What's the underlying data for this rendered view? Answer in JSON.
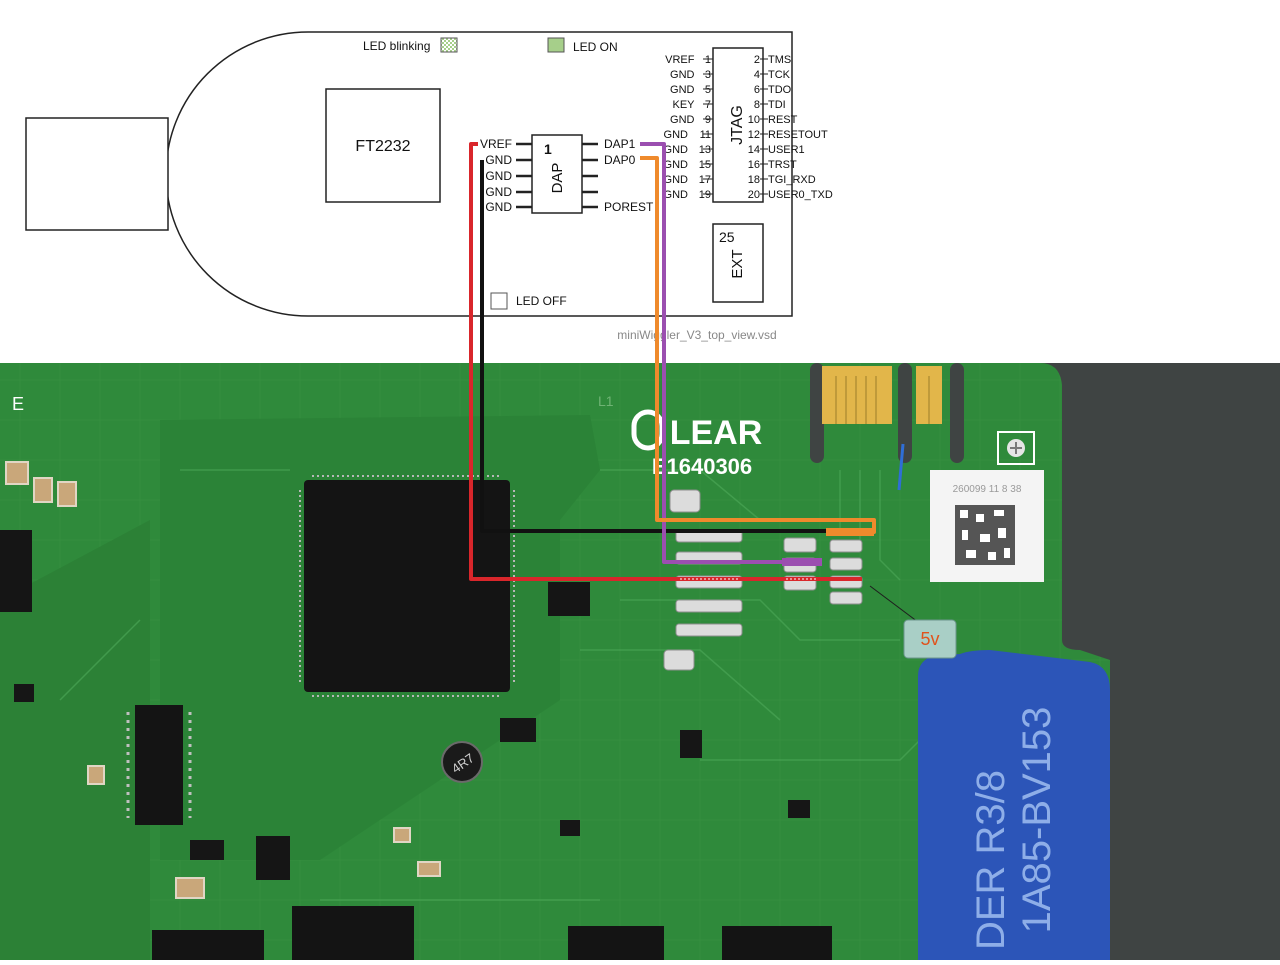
{
  "diagram": {
    "led_blinking": "LED blinking",
    "led_on": "LED ON",
    "led_off": "LED OFF",
    "chip": "FT2232",
    "dap": {
      "title": "DAP",
      "pin1": "1",
      "left_pins": [
        "VREF",
        "GND",
        "GND",
        "GND",
        "GND"
      ],
      "right_pins": [
        "DAP1",
        "DAP0",
        "",
        "",
        "POREST"
      ]
    },
    "jtag": {
      "title": "JTAG",
      "rows": [
        {
          "l": "VREF",
          "ln": "1",
          "rn": "2",
          "r": "TMS"
        },
        {
          "l": "GND",
          "ln": "3",
          "rn": "4",
          "r": "TCK"
        },
        {
          "l": "GND",
          "ln": "5",
          "rn": "6",
          "r": "TDO"
        },
        {
          "l": "KEY",
          "ln": "7",
          "rn": "8",
          "r": "TDI"
        },
        {
          "l": "GND",
          "ln": "9",
          "rn": "10",
          "r": "REST"
        },
        {
          "l": "GND",
          "ln": "11",
          "rn": "12",
          "r": "RESETOUT"
        },
        {
          "l": "GND",
          "ln": "13",
          "rn": "14",
          "r": "USER1"
        },
        {
          "l": "GND",
          "ln": "15",
          "rn": "16",
          "r": "TRST"
        },
        {
          "l": "GND",
          "ln": "17",
          "rn": "18",
          "r": "TGI_RXD"
        },
        {
          "l": "GND",
          "ln": "19",
          "rn": "20",
          "r": "USER0_TXD"
        }
      ]
    },
    "ext": {
      "num": "25",
      "label": "EXT"
    },
    "filename": "miniWiggler_V3_top_view.vsd"
  },
  "board": {
    "brand": "LEAR",
    "part": "E1640306",
    "silk_l1": "L1",
    "silk_e": "E",
    "inductor": "4R7",
    "cap_line1": "DER R3/8",
    "cap_line2": "1A85-BV153",
    "label_code": "260099 11 8 38"
  },
  "callout": "5v",
  "colors": {
    "vref_wire": "#d9262b",
    "gnd_wire": "#111111",
    "dap1_wire": "#9b4fb0",
    "dap0_wire": "#ef8a2c",
    "pcb": "#2f8a3b",
    "callout_text": "#e0531c",
    "led_on_fill": "#a6cf8a"
  }
}
